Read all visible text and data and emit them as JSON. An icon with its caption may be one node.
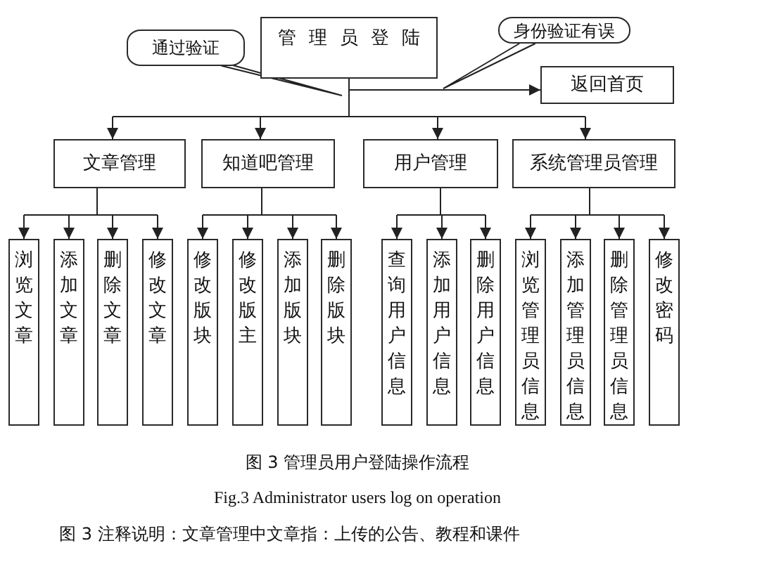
{
  "diagram": {
    "caption": "图 3 管理员用户登陆操作流程",
    "nodes": [
      {
        "text": [
          "管理员登陆"
        ]
      },
      {
        "text": [
          "通过验证"
        ]
      },
      {
        "text": [
          "身份验证有误"
        ]
      },
      {
        "text": [
          "返回首页"
        ]
      },
      {
        "text": [
          "文章管理"
        ]
      },
      {
        "text": [
          "知道吧管理"
        ]
      },
      {
        "text": [
          "用户管理"
        ]
      },
      {
        "text": [
          "系统管理员管理"
        ]
      },
      {
        "text": [
          "浏览文章"
        ]
      },
      {
        "text": [
          "添加文章"
        ]
      },
      {
        "text": [
          "删除文章"
        ]
      },
      {
        "text": [
          "修改文章"
        ]
      },
      {
        "text": [
          "修改版块"
        ]
      },
      {
        "text": [
          "修改版主"
        ]
      },
      {
        "text": [
          "添加版块"
        ]
      },
      {
        "text": [
          "删除版块"
        ]
      },
      {
        "text": [
          "查询用户信息"
        ]
      },
      {
        "text": [
          "添加用户信息"
        ]
      },
      {
        "text": [
          "删除用户信息"
        ]
      },
      {
        "text": [
          "浏览管理员信息"
        ]
      },
      {
        "text": [
          "添加管理员信息"
        ]
      },
      {
        "text": [
          "删除管理员信息"
        ]
      },
      {
        "text": [
          "修改密码"
        ]
      }
    ],
    "edges": [
      {
        "from": 0,
        "to": 3,
        "arrow": "to"
      },
      {
        "from": 0,
        "to": 4,
        "arrow": "to"
      },
      {
        "from": 0,
        "to": 5,
        "arrow": "to"
      },
      {
        "from": 0,
        "to": 6,
        "arrow": "to"
      },
      {
        "from": 0,
        "to": 7,
        "arrow": "to"
      },
      {
        "from": 4,
        "to": 8,
        "arrow": "to"
      },
      {
        "from": 4,
        "to": 9,
        "arrow": "to"
      },
      {
        "from": 4,
        "to": 10,
        "arrow": "to"
      },
      {
        "from": 4,
        "to": 11,
        "arrow": "to"
      },
      {
        "from": 5,
        "to": 12,
        "arrow": "to"
      },
      {
        "from": 5,
        "to": 13,
        "arrow": "to"
      },
      {
        "from": 5,
        "to": 14,
        "arrow": "to"
      },
      {
        "from": 5,
        "to": 15,
        "arrow": "to"
      },
      {
        "from": 6,
        "to": 16,
        "arrow": "to"
      },
      {
        "from": 6,
        "to": 17,
        "arrow": "to"
      },
      {
        "from": 6,
        "to": 18,
        "arrow": "to"
      },
      {
        "from": 7,
        "to": 19,
        "arrow": "to"
      },
      {
        "from": 7,
        "to": 20,
        "arrow": "to"
      },
      {
        "from": 7,
        "to": 21,
        "arrow": "to"
      },
      {
        "from": 7,
        "to": 22,
        "arrow": "to"
      },
      {
        "from": 1,
        "to": null,
        "arrow": "none"
      },
      {
        "from": 2,
        "to": null,
        "arrow": "none"
      }
    ],
    "labels": [
      "Fig.3 Administrator users log on operation",
      "图 3 注释说明：文章管理中文章指：上传的公告、教程和课件"
    ]
  }
}
